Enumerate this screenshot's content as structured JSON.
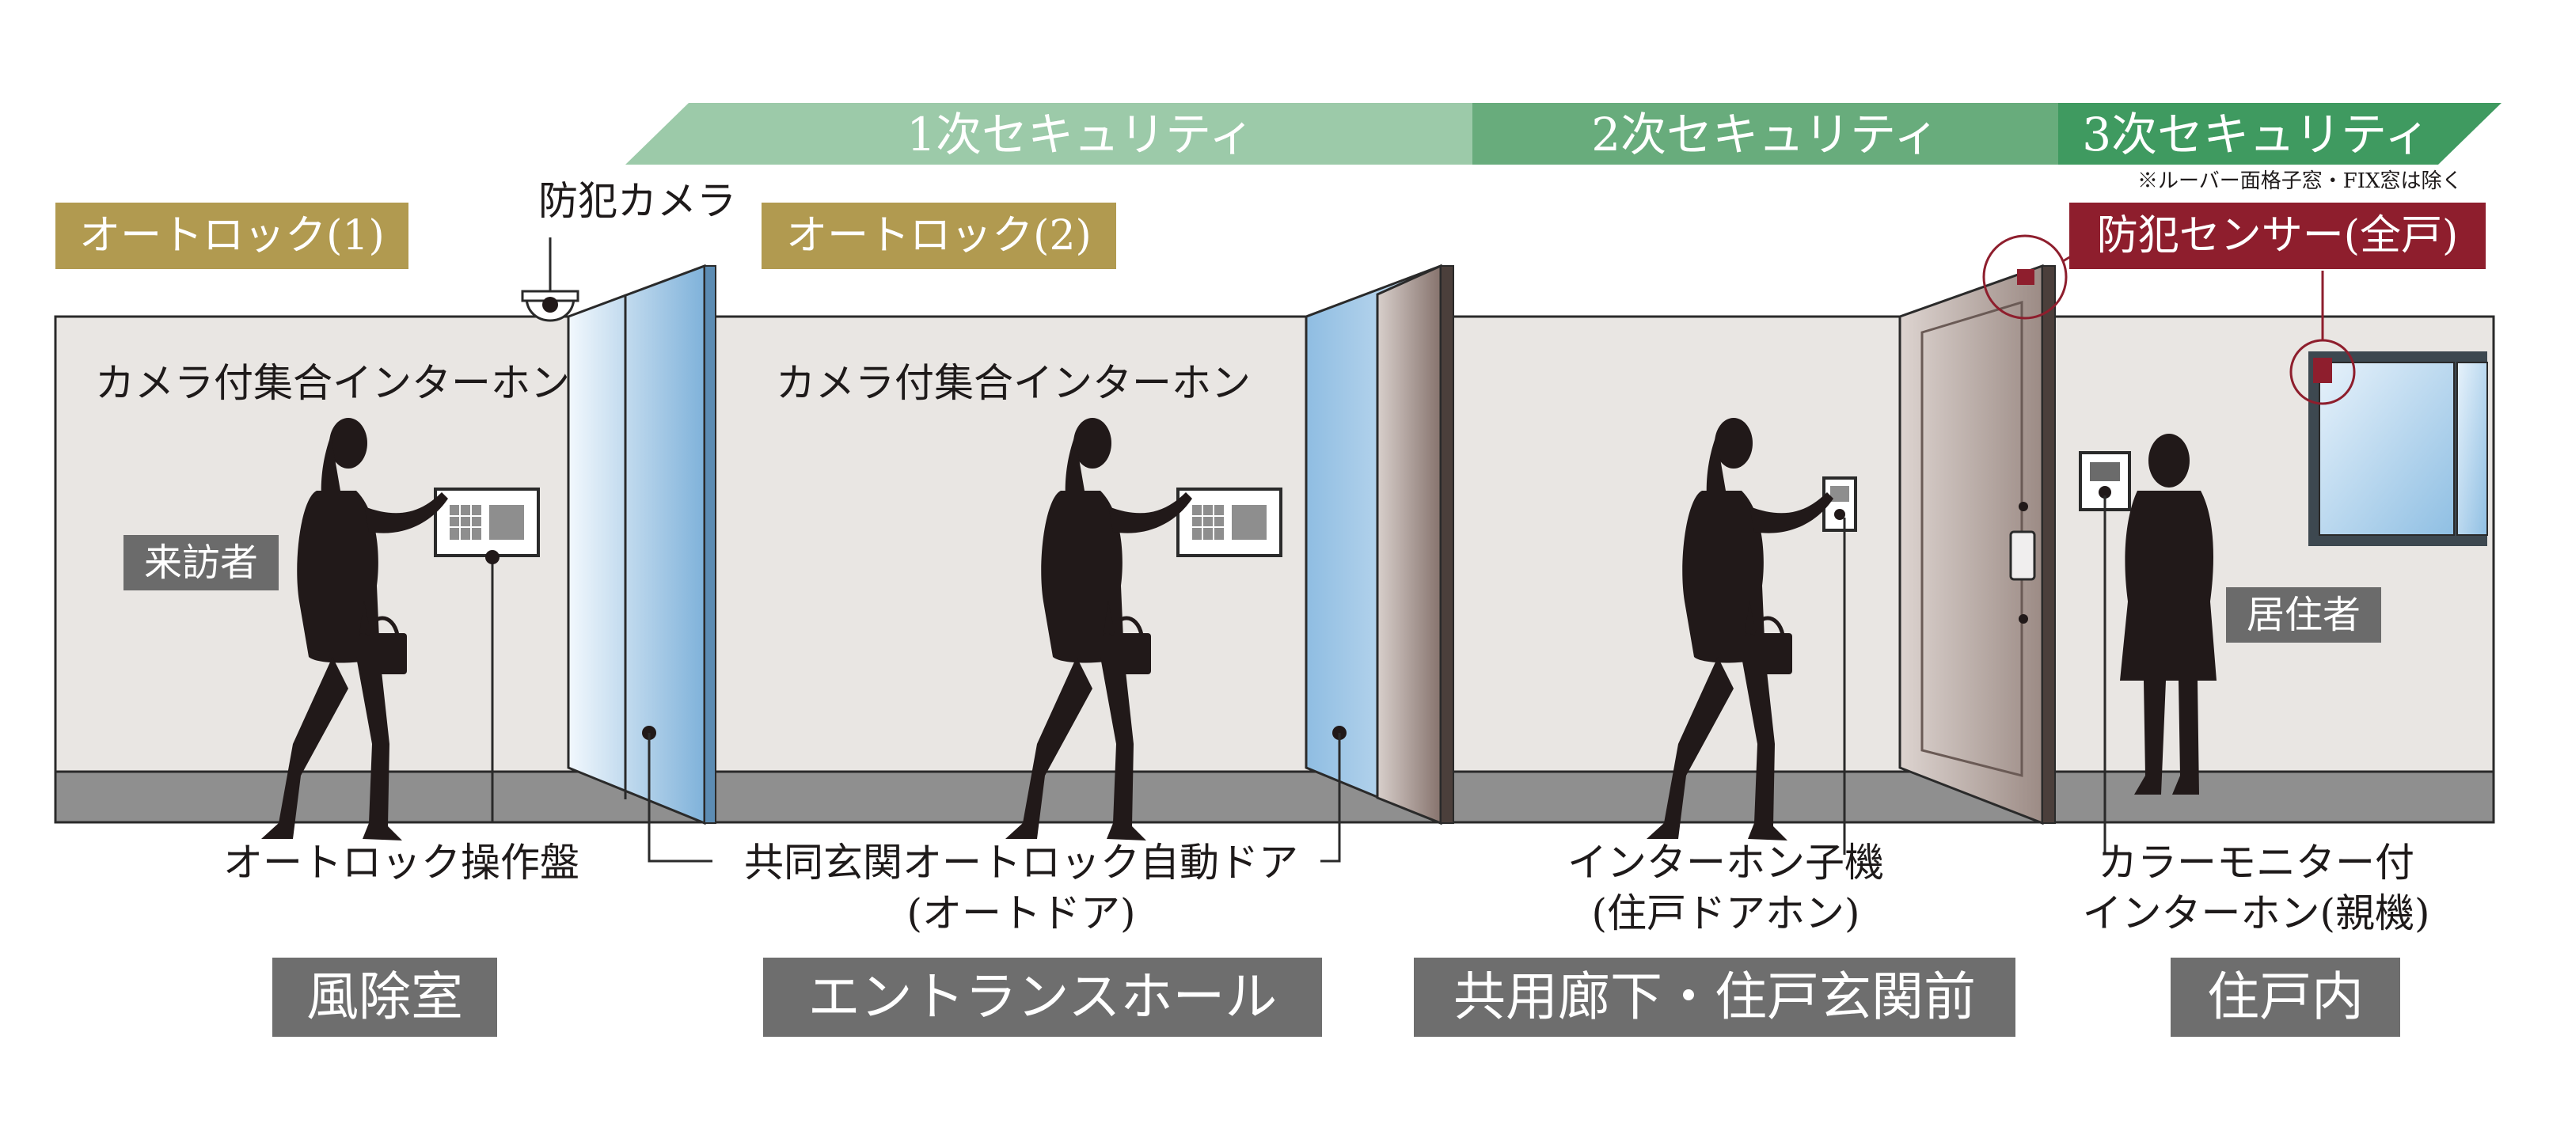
{
  "security_levels": [
    {
      "label": "1次セキュリティ",
      "color": "#9ccaa9"
    },
    {
      "label": "2次セキュリティ",
      "color": "#68ac7c"
    },
    {
      "label": "3次セキュリティ",
      "color": "#3f9a60"
    }
  ],
  "note": "※ルーバー面格子窓・FIX窓は除く",
  "tags": {
    "autolock1": "オートロック(1)",
    "autolock2": "オートロック(2)",
    "sensor": "防犯センサー(全戸)",
    "visitor": "来訪者",
    "resident": "居住者"
  },
  "labels": {
    "camera": "防犯カメラ",
    "intercom1": "カメラ付集合インターホン",
    "intercom2": "カメラ付集合インターホン",
    "panel": "オートロック操作盤",
    "door_line1": "共同玄関オートロック自動ドア",
    "door_line2": "(オートドア)",
    "handset_line1": "インターホン子機",
    "handset_line2": "(住戸ドアホン)",
    "monitor_line1": "カラーモニター付",
    "monitor_line2": "インターホン(親機)"
  },
  "areas": [
    "風除室",
    "エントランスホール",
    "共用廊下・住戸玄関前",
    "住戸内"
  ],
  "colors": {
    "wall": "#e9e6e3",
    "floor": "#8f8f8f",
    "gold": "#b19a50",
    "red": "#8e1e2d",
    "area_bg": "#6e6e6e",
    "silhouette": "#211919"
  }
}
